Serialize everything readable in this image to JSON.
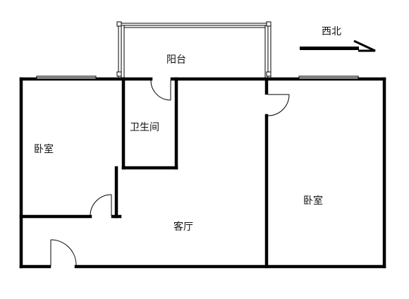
{
  "rooms": {
    "balcony": "阳台",
    "bathroom": "卫生间",
    "bedroom_left": "卧室",
    "bedroom_right": "卧室",
    "living_room": "客厅"
  },
  "orientation": {
    "label": "西北"
  },
  "colors": {
    "wall": "#000000",
    "background": "#ffffff"
  }
}
